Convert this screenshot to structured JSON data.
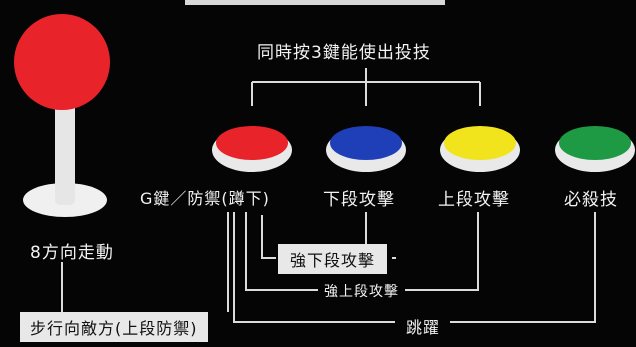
{
  "title": "同時按3鍵能使出投技",
  "joystick": {
    "label": "8方向走動",
    "ball_color": "#e8242a"
  },
  "buttons": [
    {
      "label": "G鍵／防禦(蹲下)",
      "color": "#e8242a"
    },
    {
      "label": "下段攻擊",
      "color": "#1f3fb8"
    },
    {
      "label": "上段攻擊",
      "color": "#f2e41c"
    },
    {
      "label": "必殺技",
      "color": "#1e9a44"
    }
  ],
  "annotations": {
    "walk_back": "步行向敵方(上段防禦)",
    "strong_low": "強下段攻擊",
    "strong_high": "強上段攻擊",
    "jump": "跳躍"
  }
}
